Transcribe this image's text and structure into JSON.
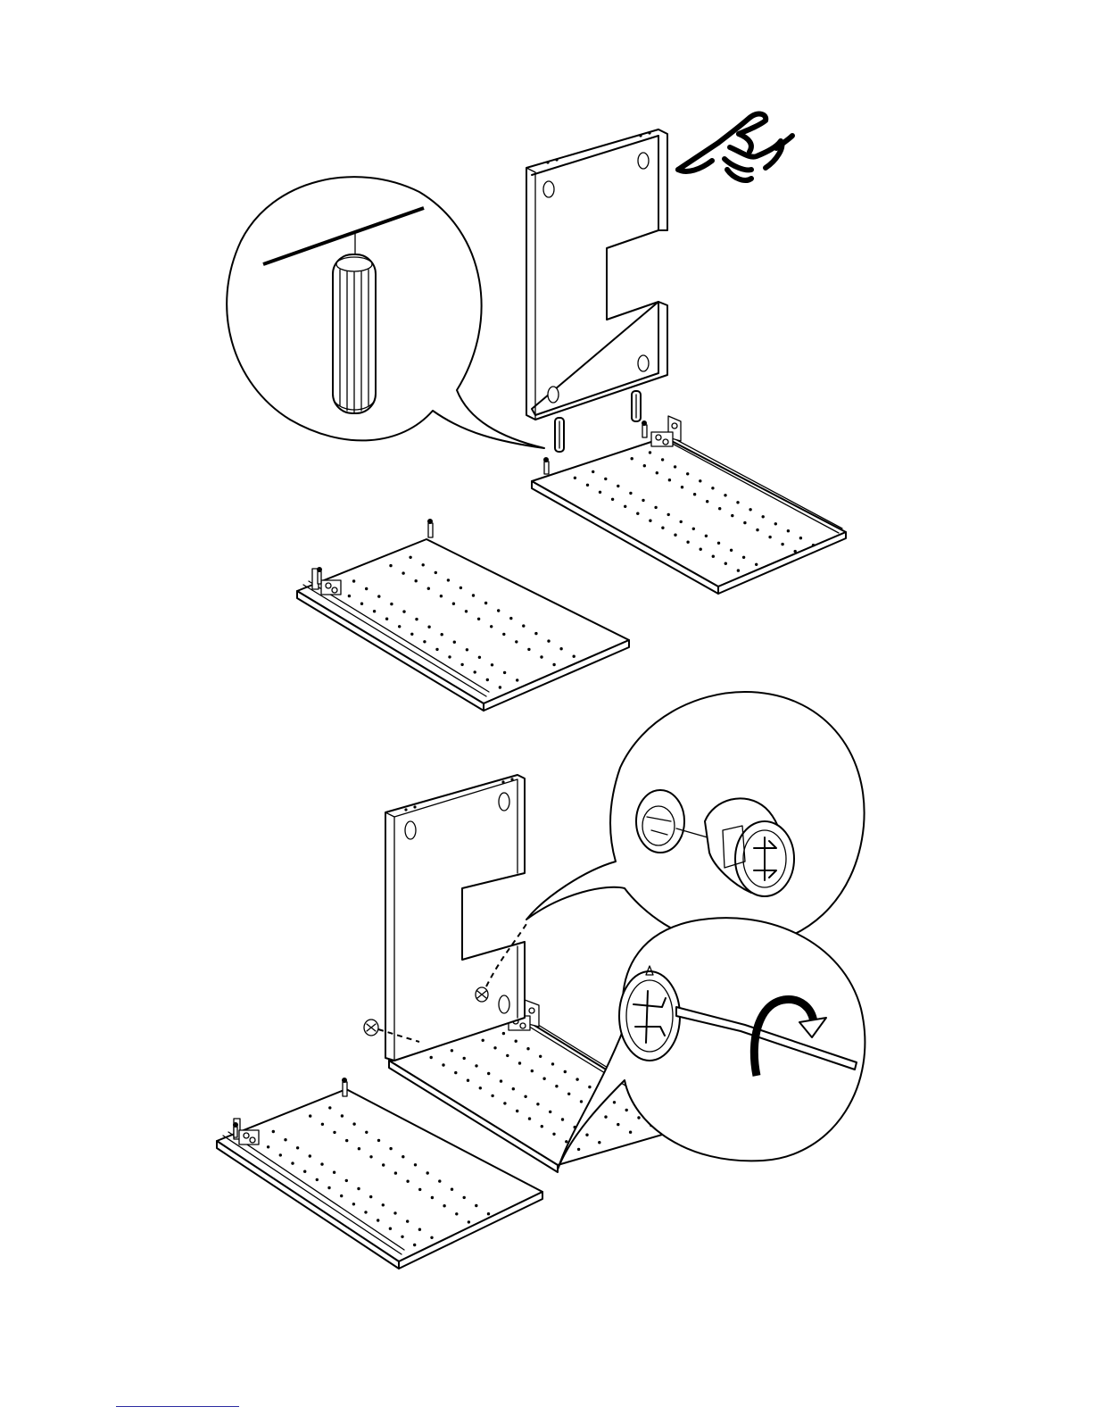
{
  "page": {
    "kind": "assembly-instruction-page"
  },
  "step_1": {
    "panel": {
      "holes": 4
    },
    "dowels_in_panel": 2,
    "callout": {
      "part": "wooden-dowel-icon"
    },
    "hand_hint": {
      "icon": "hand-press-icon"
    }
  },
  "step_2": {
    "callout_cam_lock": {
      "part": "cam-lock-icon"
    },
    "callout_turn": {
      "part": "screwdriver-icon",
      "direction": "clockwise-arrow-icon"
    }
  },
  "colors": {
    "line": "#000000",
    "background": "#ffffff",
    "footer_rule": "#2a2aa0"
  }
}
